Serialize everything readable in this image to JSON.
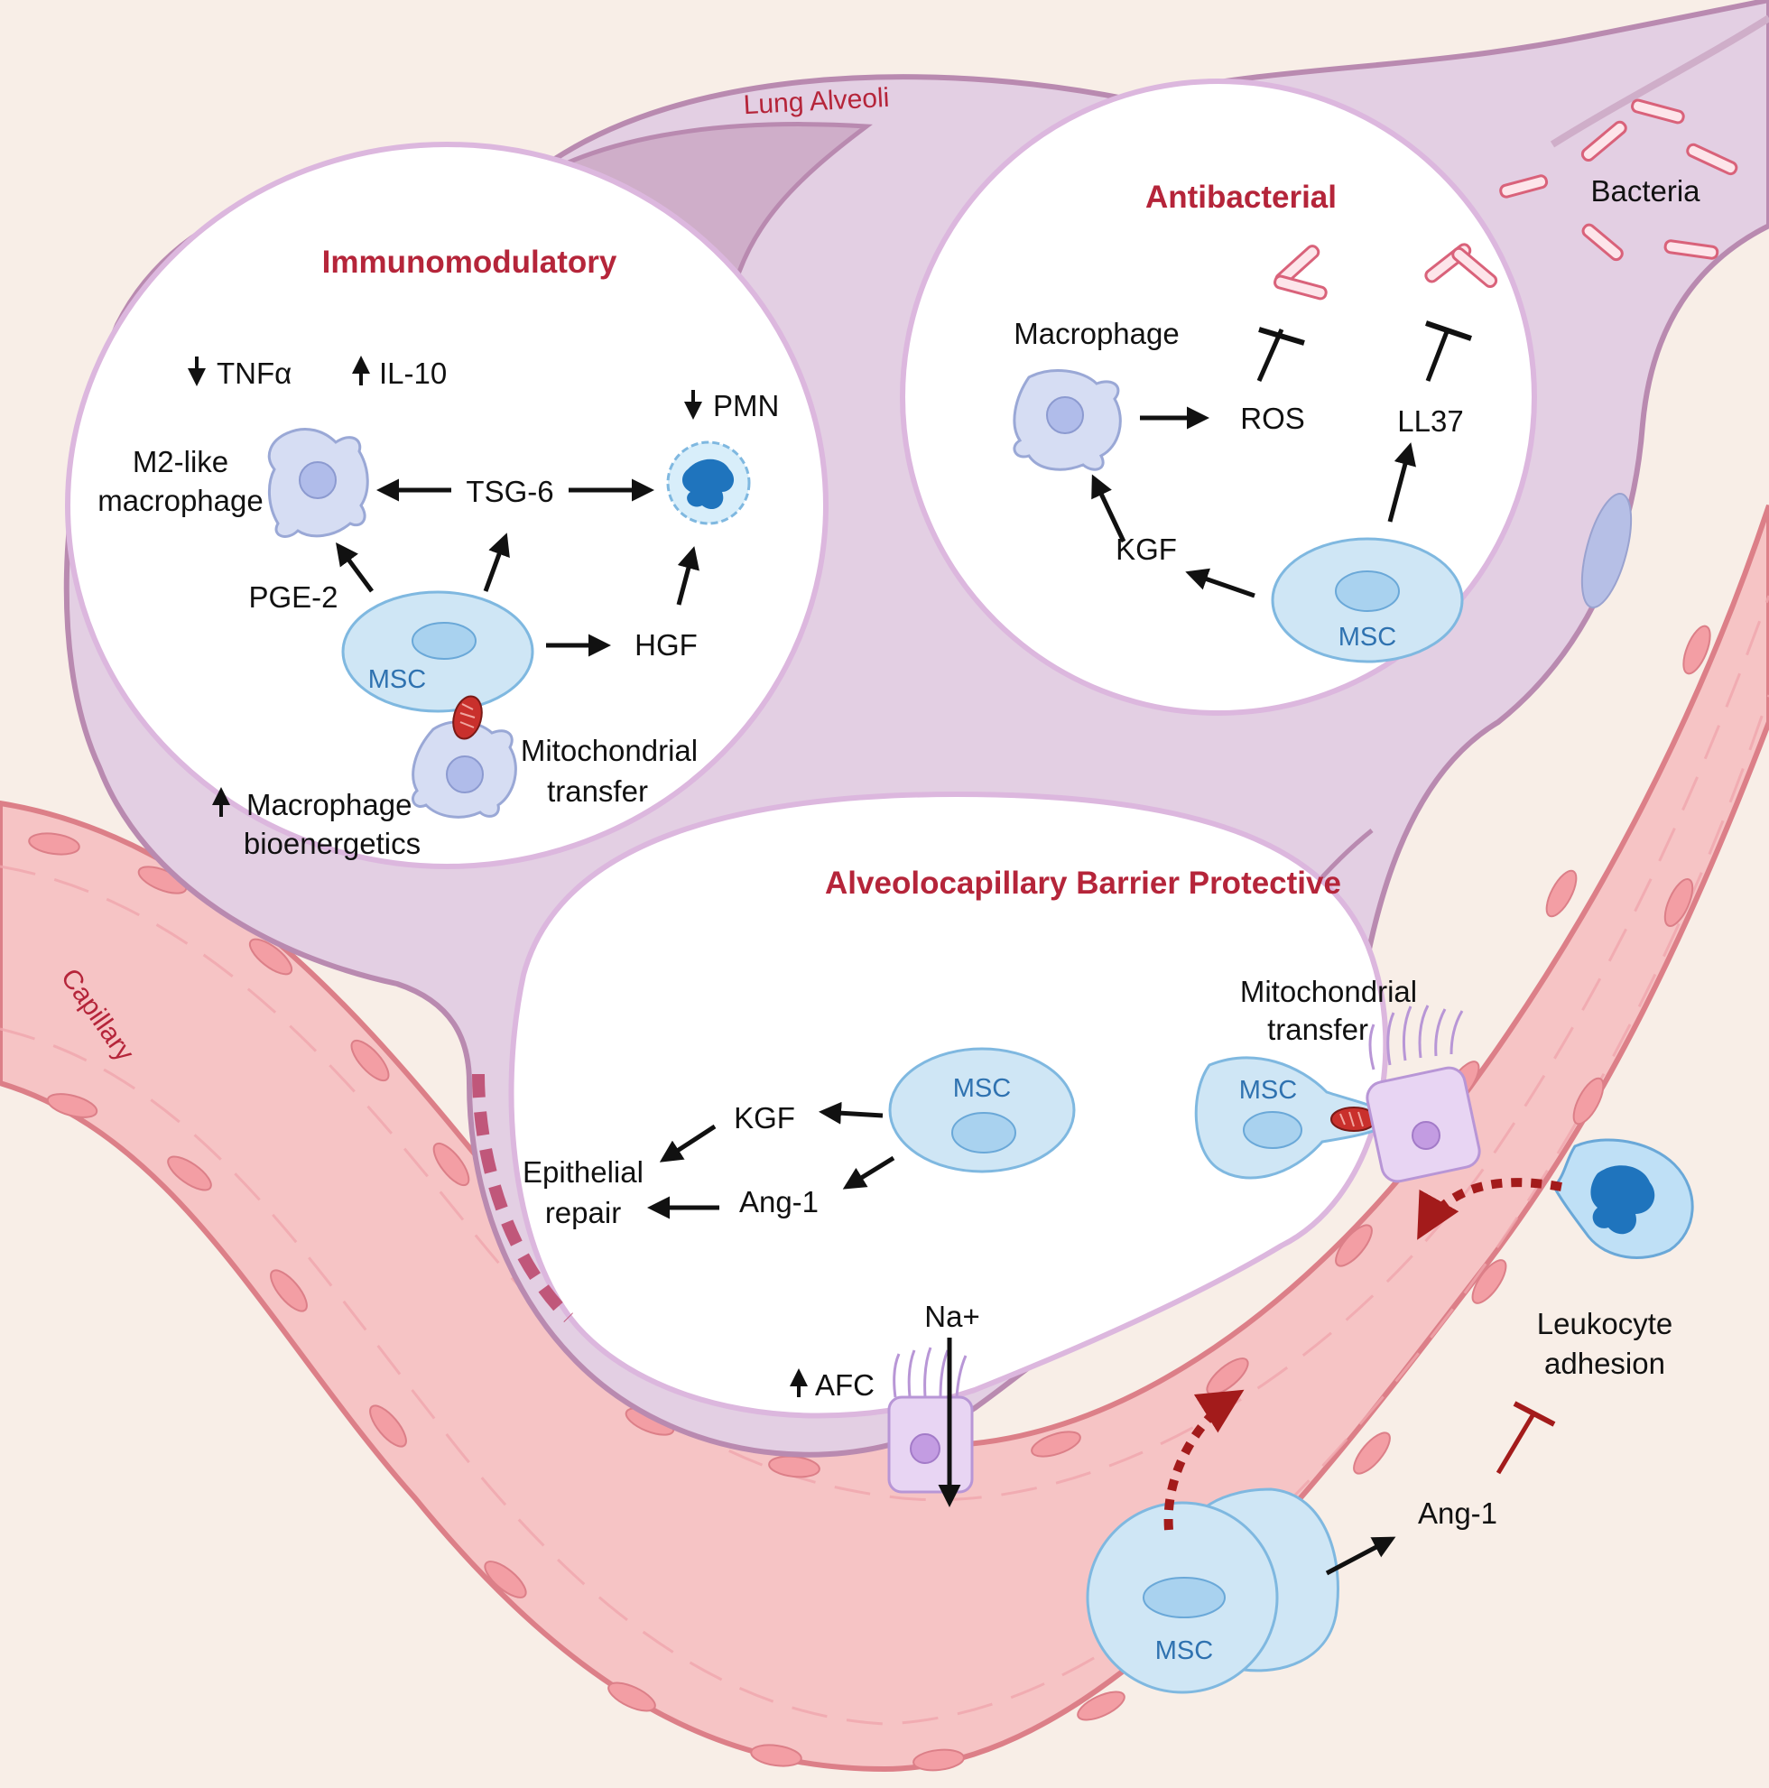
{
  "colors": {
    "background": "#f8eee7",
    "alveolus_wall": "#e3cfe3",
    "alveolus_outline": "#b98ab0",
    "section_title": "#b5253a",
    "capillary": "#f6c4c5",
    "msc_fill": "#cfe6f5",
    "msc_text": "#2f72b0",
    "macrophage_fill": "#d6ddf3",
    "neutrophil_nucleus": "#1f74bd",
    "bacteria_outline": "#d9627a",
    "inhibition_red": "#a31b1b"
  },
  "regions": {
    "lung_alveoli": "Lung Alveoli",
    "capillary": "Capillary"
  },
  "immunomodulatory": {
    "title": "Immunomodulatory",
    "tnf": "TNF",
    "alpha": "α",
    "il10": "IL-10",
    "pmn": "PMN",
    "m2_line1": "M2-like",
    "m2_line2": "macrophage",
    "tsg6": "TSG-6",
    "pge2": "PGE-2",
    "hgf": "HGF",
    "msc": "MSC",
    "mito_line1": "Mitochondrial",
    "mito_line2": "transfer",
    "macro_line1": "Macrophage",
    "macro_line2": "bioenergetics"
  },
  "antibacterial": {
    "title": "Antibacterial",
    "macrophage": "Macrophage",
    "ros": "ROS",
    "ll37": "LL37",
    "kgf": "KGF",
    "msc": "MSC",
    "bacteria": "Bacteria"
  },
  "barrier": {
    "title": "Alveolocapillary Barrier Protective",
    "msc_center": "MSC",
    "kgf": "KGF",
    "ang1": "Ang-1",
    "epi_line1": "Epithelial",
    "epi_line2": "repair",
    "mito_line1": "Mitochondrial",
    "mito_line2": "transfer",
    "msc_right": "MSC",
    "na": "Na+",
    "afc": "AFC"
  },
  "capillary_section": {
    "msc": "MSC",
    "ang1": "Ang-1",
    "leuk_line1": "Leukocyte",
    "leuk_line2": "adhesion"
  }
}
